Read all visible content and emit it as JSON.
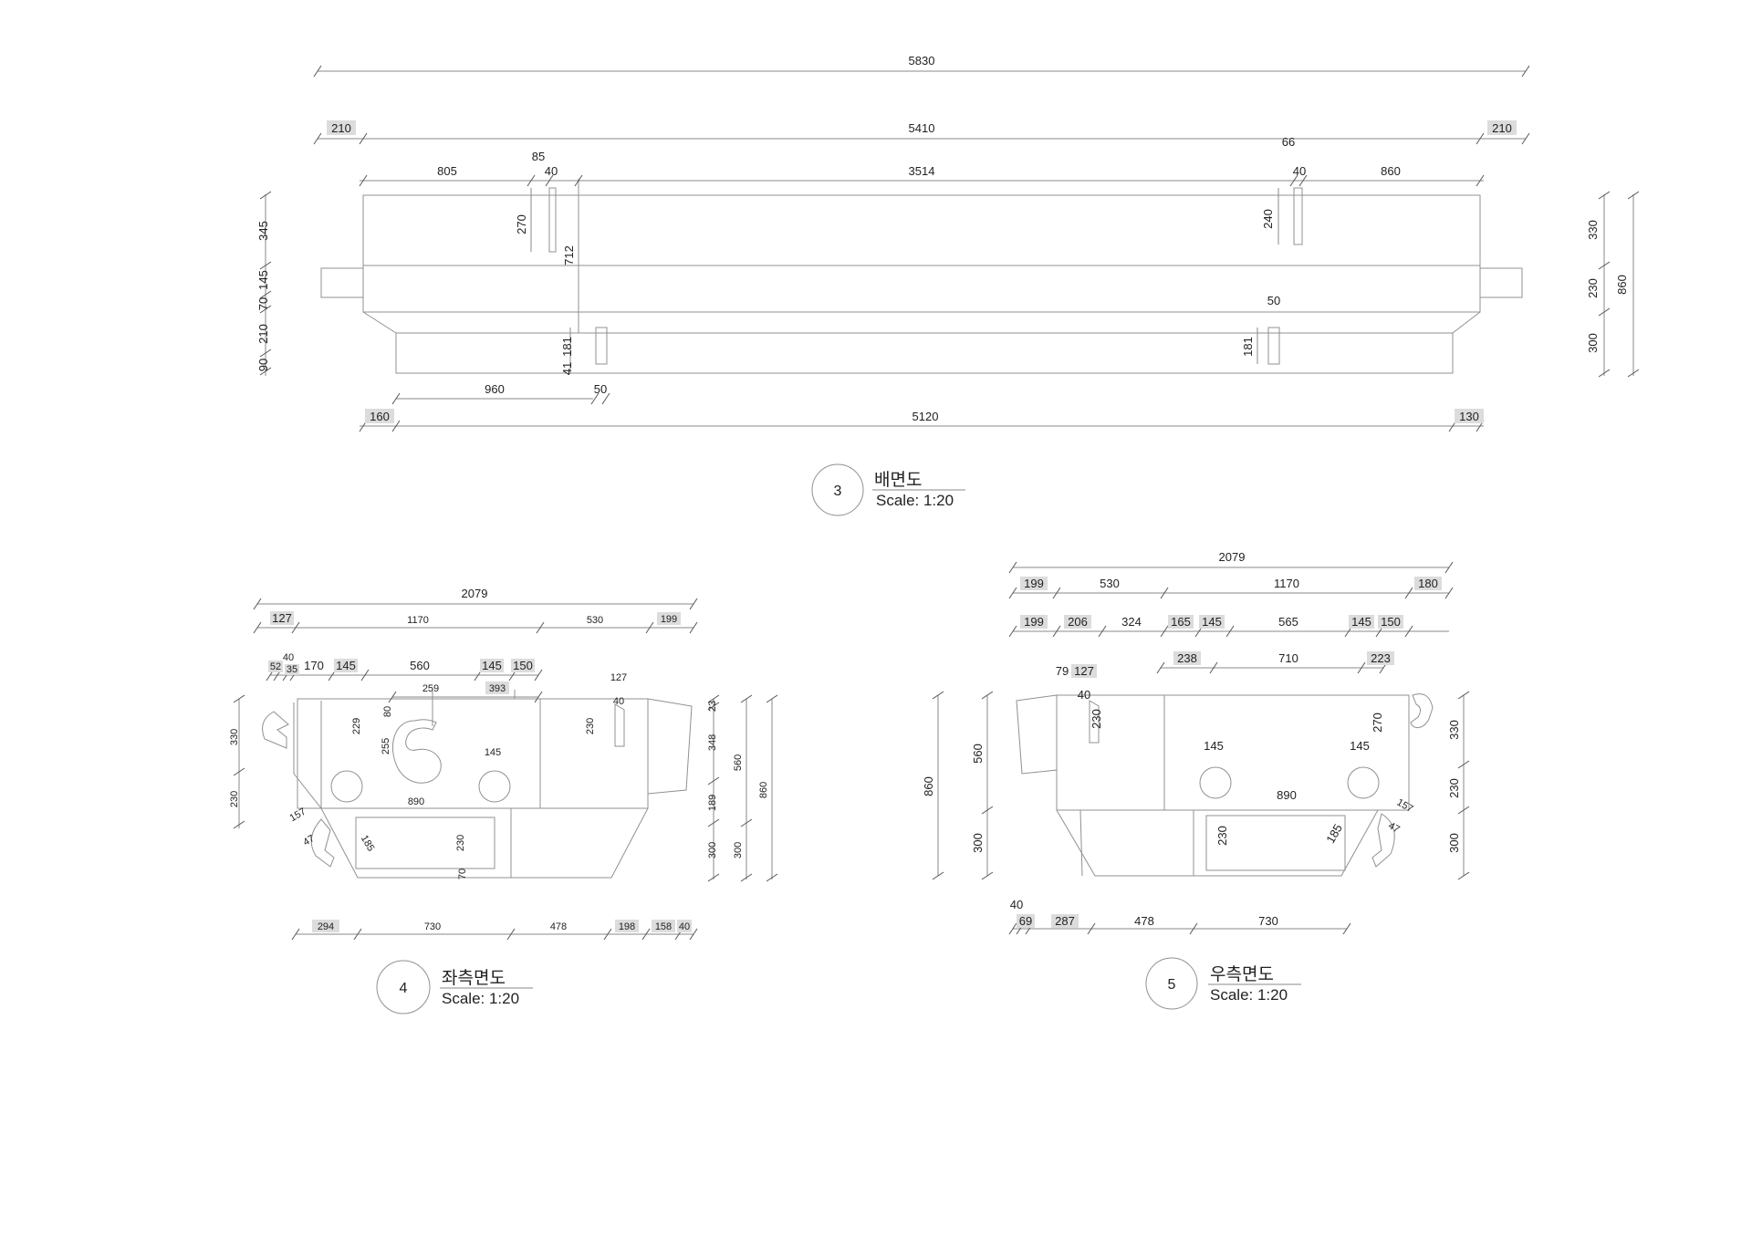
{
  "views": {
    "rear": {
      "number": "3",
      "title": "배면도",
      "scale": "Scale: 1:20",
      "dims": {
        "total": "5830",
        "left": "210",
        "middle": "5410",
        "right": "210",
        "d66": "66",
        "d85": "85",
        "d805": "805",
        "d40a": "40",
        "d3514": "3514",
        "d40b": "40",
        "d860": "860",
        "d345": "345",
        "d145": "145",
        "d70": "70",
        "d210": "210",
        "d90": "90",
        "d270": "270",
        "d712": "712",
        "d240": "240",
        "d50a": "50",
        "d41": "41",
        "d181a": "181",
        "d181b": "181",
        "d960": "960",
        "d50b": "50",
        "d160": "160",
        "d5120": "5120",
        "d130": "130",
        "r330": "330",
        "r230": "230",
        "r300": "300",
        "r860": "860"
      }
    },
    "left": {
      "number": "4",
      "title": "좌측면도",
      "scale": "Scale: 1:20",
      "dims": {
        "total": "2079",
        "d127": "127",
        "d1170": "1170",
        "d530": "530",
        "d199": "199",
        "d52": "52",
        "d40a": "40",
        "d35": "35",
        "d170": "170",
        "d145a": "145",
        "d560": "560",
        "d145b": "145",
        "d150": "150",
        "d259": "259",
        "d393": "393",
        "d127b": "127",
        "d40b": "40",
        "d229": "229",
        "d80": "80",
        "d255": "255",
        "d145c": "145",
        "d230a": "230",
        "d890": "890",
        "d157": "157",
        "d47": "47",
        "d185": "185",
        "d230b": "230",
        "d70": "70",
        "l330": "330",
        "l230": "230",
        "r23": "23",
        "r348": "348",
        "r189": "189",
        "r300a": "300",
        "r560": "560",
        "r300b": "300",
        "r860": "860",
        "b294": "294",
        "b730": "730",
        "b478": "478",
        "b198": "198",
        "b158": "158",
        "b40": "40"
      }
    },
    "right": {
      "number": "5",
      "title": "우측면도",
      "scale": "Scale: 1:20",
      "dims": {
        "total": "2079",
        "d199a": "199",
        "d530": "530",
        "d1170": "1170",
        "d180": "180",
        "d199b": "199",
        "d206": "206",
        "d324": "324",
        "d165": "165",
        "d145a": "145",
        "d565": "565",
        "d145b": "145",
        "d150": "150",
        "d238": "238",
        "d710": "710",
        "d223": "223",
        "d79": "79",
        "d127": "127",
        "d40": "40",
        "d230a": "230",
        "d270": "270",
        "d145c": "145",
        "d145d": "145",
        "d890": "890",
        "d157": "157",
        "d47": "47",
        "d185": "185",
        "d230b": "230",
        "l860": "860",
        "l560": "560",
        "l300": "300",
        "r330": "330",
        "r230": "230",
        "r300": "300",
        "b40": "40",
        "b69": "69",
        "b287": "287",
        "b478": "478",
        "b730": "730"
      }
    }
  }
}
